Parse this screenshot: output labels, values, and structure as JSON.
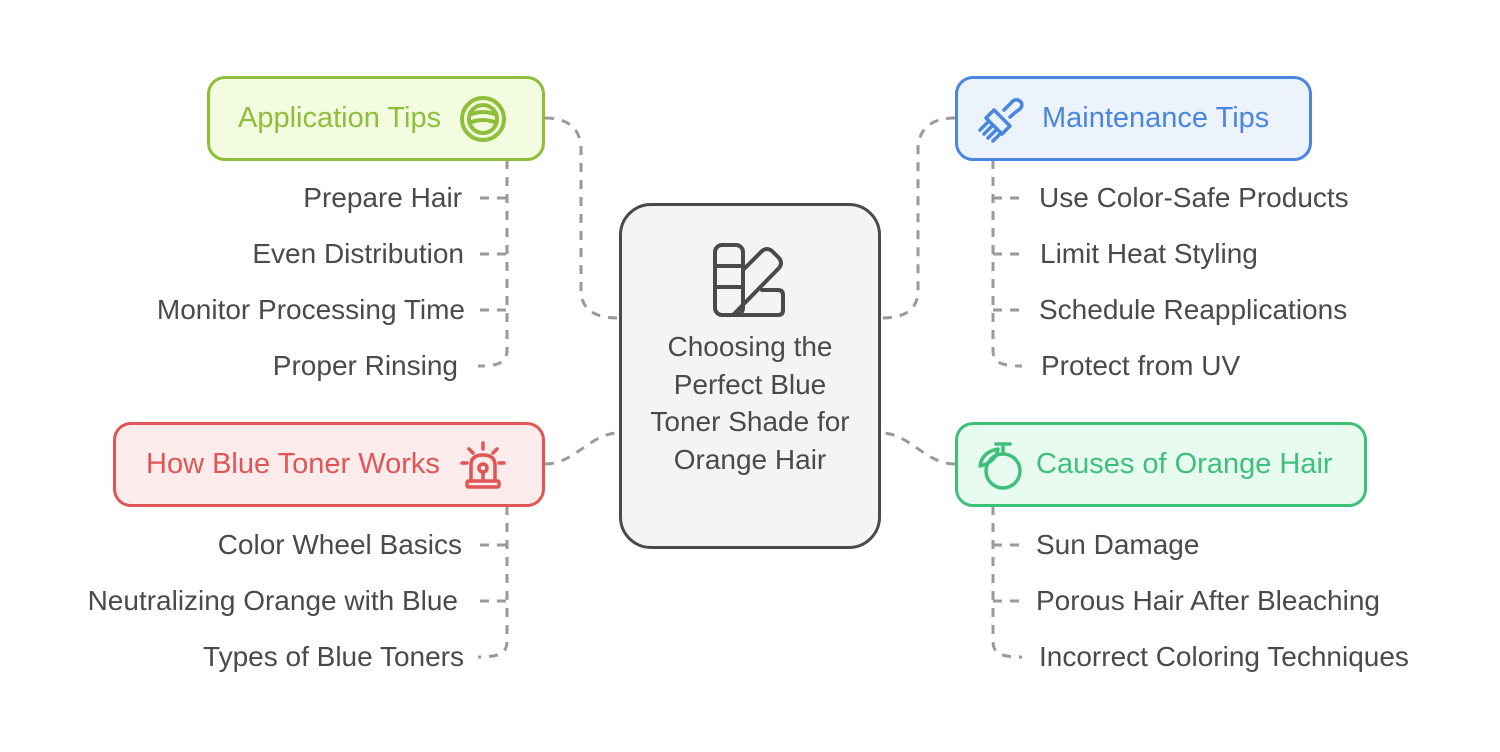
{
  "center": {
    "title": "Choosing the Perfect Blue Toner Shade for Orange Hair",
    "icon": "swatch-palette-icon",
    "colors": {
      "border": "#4a4a4a",
      "fill": "#f4f4f4"
    }
  },
  "branches": [
    {
      "id": "application-tips",
      "label": "Application Tips",
      "icon": "circle-lines-icon",
      "colors": {
        "border": "#8fbf3a",
        "fill": "#f3fbe0",
        "text": "#8fbf3a"
      },
      "items": [
        "Prepare Hair",
        "Even Distribution",
        "Monitor Processing Time",
        "Proper Rinsing"
      ]
    },
    {
      "id": "maintenance-tips",
      "label": "Maintenance Tips",
      "icon": "paint-brush-icon",
      "colors": {
        "border": "#4a86e0",
        "fill": "#edf3fd",
        "text": "#4a86e0"
      },
      "items": [
        "Use Color-Safe Products",
        "Limit Heat Styling",
        "Schedule Reapplications",
        "Protect from UV"
      ]
    },
    {
      "id": "how-blue-toner-works",
      "label": "How Blue Toner Works",
      "icon": "siren-light-icon",
      "colors": {
        "border": "#e05555",
        "fill": "#fdeceb",
        "text": "#e05555"
      },
      "items": [
        "Color Wheel Basics",
        "Neutralizing Orange with Blue",
        "Types of Blue Toners"
      ]
    },
    {
      "id": "causes-of-orange-hair",
      "label": "Causes of Orange Hair",
      "icon": "orange-fruit-icon",
      "colors": {
        "border": "#3fc07a",
        "fill": "#e8fbf1",
        "text": "#3fc07a"
      },
      "items": [
        "Sun Damage",
        "Porous Hair After Bleaching",
        "Incorrect Coloring Techniques"
      ]
    }
  ],
  "connector_color": "#9a9a9a"
}
